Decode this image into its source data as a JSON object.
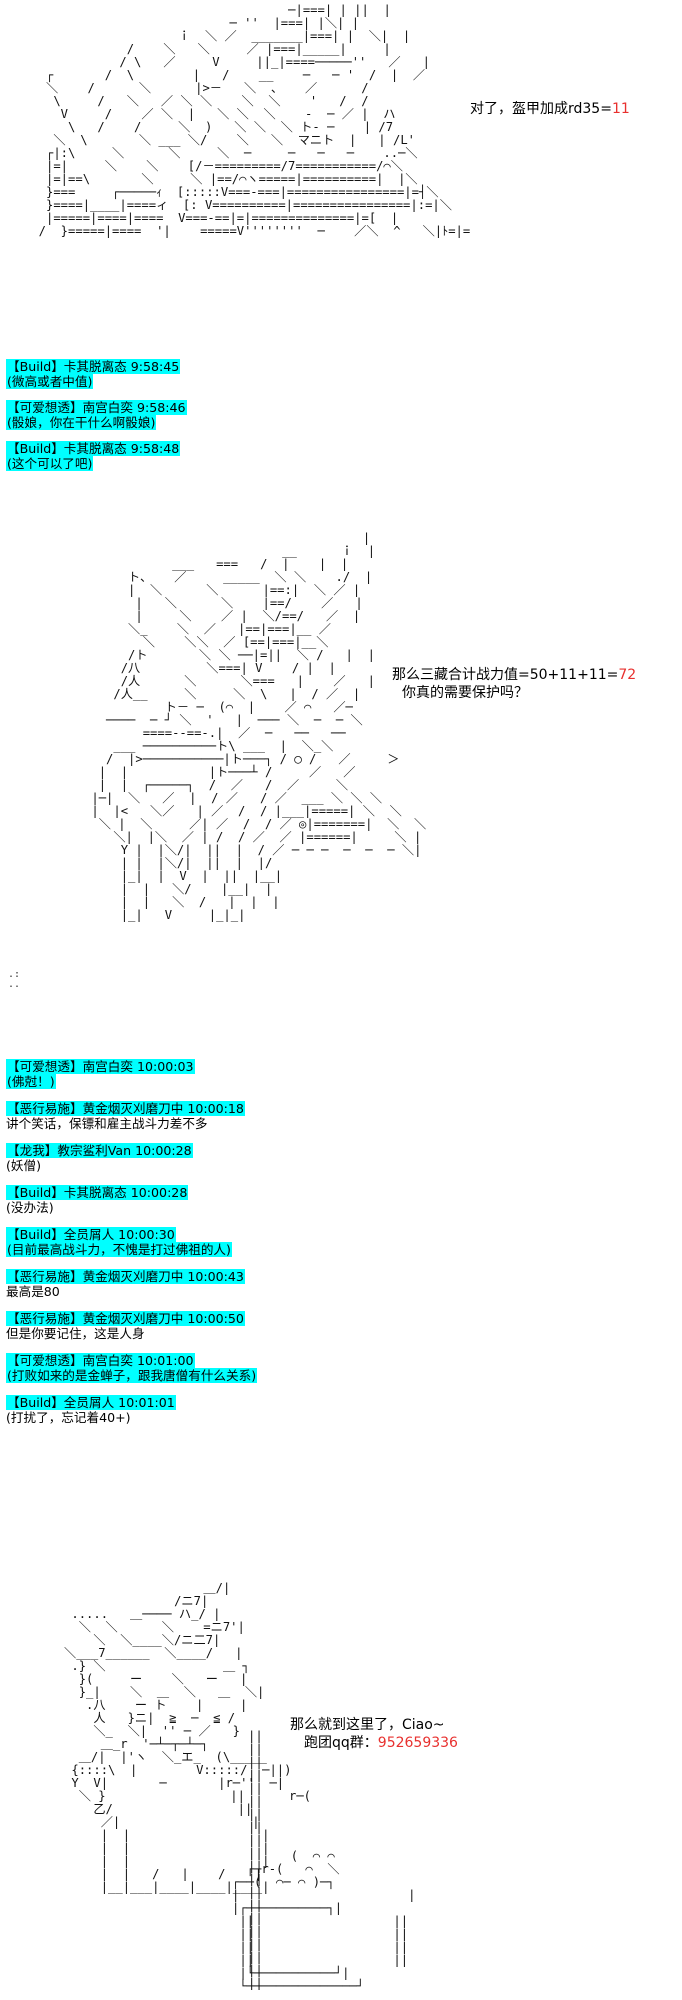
{
  "panel1": {
    "speech": {
      "text": "对了，盔甲加成rd35=",
      "value": "11"
    },
    "art": "                                    ─|===| | ||  |\n                            ─ ''  |===| |＼| |\n                     ｉ  ＼ ／  _______|===| |  ＼|  |\n              /    ＼   ＼     ／ |===|_____|     |\n             / \\   ／     V     ||_|====─────''   ／   |\n   ┌       /  \\        |   /    __    ─   ─ '  /  |  ／\n   ＼    /      ＼      |>－   ＼  、   ／      /\n    \\     /   ＼   ／ ＼ ＼    ＼  ＼    '   /  /\n     V     /    ／ ＼  |   ＼ ＼  ＼    ‐  ─ ／ |  ハ\n      \\   /    /     ＼  )   ＼ ＼  ＼ ト‐ ─    | /7\n    ＼  \\       ＼ ___ ＼/    ＼   ＼  マニト  |   | /L'\n   ┌|:\\     ＼      ＼     ＼  ─     ─   ─   ─    ..─＼ \n   |=|     ＼    ＼    [/－=========/7===========/⌒＼\n   |=|==\\       ＼     ＼ |==/⌒ヽ=====|==========|  |＼\n   }===     ┌─────ｨ  [:::::V===-===|================|=┤＼\n   }====|____|====ィ  [: V==========|================|:=|＼\n   |=====|====|====  V===-==|=|==============|=[  |\n  /  }=====|====  '|    =====V''''''''  ─    ／＼  ^   ＼|ﾄ=|="
  },
  "chat1": [
    {
      "line": "【Build】卡其脱离态 9:58:45"
    },
    {
      "line": "(微高或者中值)"
    },
    {
      "line": "【可爱想透】南宫白奕 9:58:46"
    },
    {
      "line": "(骰娘，你在干什么啊骰娘)"
    },
    {
      "line": "【Build】卡其脱离态 9:58:48"
    },
    {
      "line": "(这个可以了吧)"
    }
  ],
  "panel2": {
    "speech_line1": "那么三藏合计战力值=50+11+11=",
    "speech_value": "72",
    "speech_line2": "你真的需要保护吗？",
    "art": "                                            |\n                                 __      ｉ  |\n                  ___   ===   /  |    |  |\n            ト、   ／     _____  ＼ ＼    ./  |\n            |  ＼      ＼      |==:|  ＼ ／ |\n             |   ＼      ＼    |==/    ／   |\n             |     ＼    ／ |  ＼/==/   ／  |\n            ＼_    ＼  ／   |==|===|__ ／\n              ＼    ＼＼  ／ [==|===|__＼\n            /ト       ＼ ＼ ──|=||  ＼ /   |  |\n           /八         ＼===| V    / |  |\n           /人      ＼      ＼===   |    ／   |\n          /人__     ＼     ＼  \\   |  / ／  |\n                 ト－ ─  (⌒  |    ／ ⌒   ／─\n         ────  ─ ┘ ＼  '   |  ─── ＼  ─  ─ ＼\n              ====--==-.|  ／  ─   ──   ──\n          ___ ──────────ト\\ ___  |  ＼_＼\n         /  |>───────────|ト───┐ / ◯ /   ／     ＞\n        |  |           |ト───┴ /     ／   ／\n        |  |  ┌─────┐  /  ／   /  ／     ＼\n       |─|  ＼   ／  |  / ／   / ／  ___ ＼ ＼ ＼\n       |  |<   ＼／   | ／  /  / |___|=====| ＼  ＼\n        ＼ |  ＼     ／| ／  /  / ／ ◎|=======|  ＼  ＼\n          ＼|  |＼  ／ | /  / ／  ／ |======|     ＼ |\n           Y |  |＼/|  ||  |  / ／ ─ ─ ─  ─  ─  ─ ＼|\n           | |  |＼/|  ||  |  |/\n           |_|  |  V  |  ||  |__|\n           |  |   ＼/    |__|  |\n           |  |   ＼  /   |  |  |\n           |_|   V     |_|_|"
  },
  "chat2": [
    {
      "line": "【可爱想透】南宫白奕 10:00:03"
    },
    {
      "line": "(佛尅！)"
    },
    {
      "line": "【恶行易施】黄金烟灭刈磨刀中 10:00:18"
    },
    {
      "line": "讲个笑话，保镖和雇主战斗力差不多"
    },
    {
      "line": "【龙我】教宗鲨利Van 10:00:28"
    },
    {
      "line": "(妖僧)"
    },
    {
      "line": "【Build】卡其脱离态 10:00:28"
    },
    {
      "line": "(没办法)"
    },
    {
      "line": "【Build】全员屑人 10:00:30"
    },
    {
      "line": "(目前最高战斗力，不愧是打过佛祖的人)"
    },
    {
      "line": "【恶行易施】黄金烟灭刈磨刀中 10:00:43"
    },
    {
      "line": "最高是80"
    },
    {
      "line": "【恶行易施】黄金烟灭刈磨刀中 10:00:50"
    },
    {
      "line": "但是你要记住，这是人身"
    },
    {
      "line": "【可爱想透】南宫白奕 10:01:00"
    },
    {
      "line": "(打败如来的是金蝉子，跟我唐僧有什么关系)"
    },
    {
      "line": "【Build】全员屑人 10:01:01"
    },
    {
      "line": "(打扰了，忘记着40+)"
    }
  ],
  "panel3": {
    "speech_line1": "那么就到这里了，Ciao~",
    "speech_line2_prefix": "跑团qq群：",
    "speech_line2_value": "952659336",
    "art": "                         ＿/|\n                     /ニ7|\n       .....   ＿──── ハ_/ |\n        ＼  ＼      ＼    =ニ7'|\n          ＼  ＼____＼/ニ二7|\n      ＼___7______  ＼____/   |\n       .} ＼                ＿ ┐\n        }(     ー    ＼   ー   |\n        }_|    ＼  ＿  ＼   ＿  ＼|\n         .八    ー ト    |     |\n          人   }ニ|  ≧  ─  ≦ /\n          ＼_  ＼|  '' ─ ／   }\n           ＿_r  '─┴─┬─┴─┐\n        ＿/|  |'ヽ  ＼_エ_  (\\_____\n       {::::\\  |        V:::::/  ─||)\n       Y  V|       ─       |r─''  ─|\n        ＼ }                 ||      r─(\n          乙/                 ||\n           ／|                  |\n           |  |                  |\n           |  |                  |\n           |  |                  |\n           |  |   /   |    /    |\n           |__|___|____|____|____|"
  },
  "pot_art": "           (  ⌒ ⌒\n     ┌─r-(   ⌒  ＼\n   ┌──(  ⌒─ ⌒ )─┐\n   |                       |\n   |┌───────────┐|\n    ||                   ||\n    ||                   ||\n    ||                   ||\n    ||                   ||\n    |└───────────┘|\n    └───────────────┘",
  "staff_art": "||\n||\n||\n||\n||\n||\n||\n||\n||\n||\n||\n||\n||\n||\n||\n||\n||\n||\n||\n||",
  "dots": ".:\n.."
}
